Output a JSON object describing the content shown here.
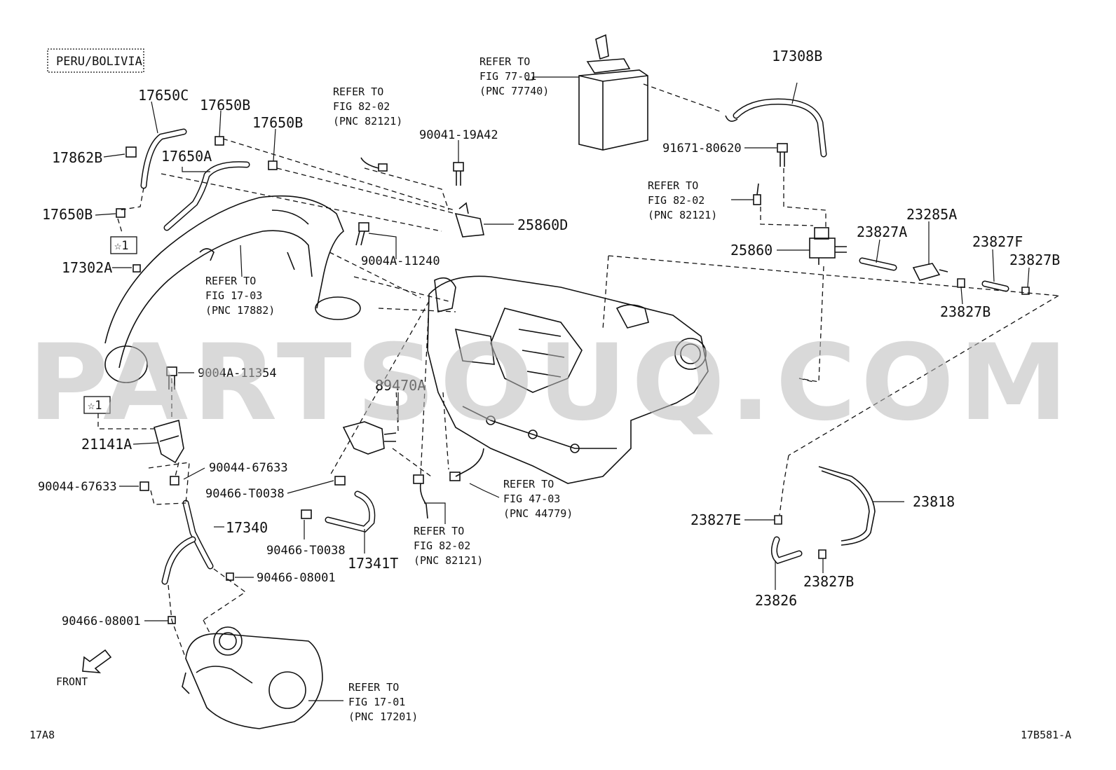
{
  "region_label": "PERU/BOLIVIA",
  "watermark": "PARTSOUQ.COM",
  "front_label": "FRONT",
  "diagram_code_left": "17A8",
  "diagram_code_right": "17B581-A",
  "star_label": "☆1",
  "part_numbers": {
    "p17650C": "17650C",
    "p17650B_top": "17650B",
    "p17650B_mid": "17650B",
    "p17650B_left": "17650B",
    "p17862B": "17862B",
    "p17650A": "17650A",
    "p17302A": "17302A",
    "p9004A_11240": "9004A-11240",
    "p90041_19A42": "90041-19A42",
    "p25860D": "25860D",
    "p9004A_11354": "9004A-11354",
    "p21141A": "21141A",
    "p90044_67633_r": "90044-67633",
    "p90044_67633_l": "90044-67633",
    "p89470A": "89470A",
    "p90466_T0038_a": "90466-T0038",
    "p90466_T0038_b": "90466-T0038",
    "p17340": "17340",
    "p17341T": "17341T",
    "p90466_08001_a": "90466-08001",
    "p90466_08001_b": "90466-08001",
    "p17308B": "17308B",
    "p91671_80620": "91671-80620",
    "p25860": "25860",
    "p23827A": "23827A",
    "p23285A": "23285A",
    "p23827F": "23827F",
    "p23827B_a": "23827B",
    "p23827B_b": "23827B",
    "p23827B_c": "23827B",
    "p23827E": "23827E",
    "p23818": "23818",
    "p23826": "23826"
  },
  "references": {
    "ref_77_01": [
      "REFER TO",
      "FIG 77-01",
      "(PNC 77740)"
    ],
    "ref_82_02_top": [
      "REFER TO",
      "FIG 82-02",
      "(PNC 82121)"
    ],
    "ref_82_02_right": [
      "REFER TO",
      "FIG 82-02",
      "(PNC 82121)"
    ],
    "ref_17_03": [
      "REFER TO",
      "FIG 17-03",
      "(PNC 17882)"
    ],
    "ref_47_03": [
      "REFER TO",
      "FIG 47-03",
      "(PNC 44779)"
    ],
    "ref_82_02_bottom": [
      "REFER TO",
      "FIG 82-02",
      "(PNC 82121)"
    ],
    "ref_17_01": [
      "REFER TO",
      "FIG 17-01",
      "(PNC 17201)"
    ]
  }
}
